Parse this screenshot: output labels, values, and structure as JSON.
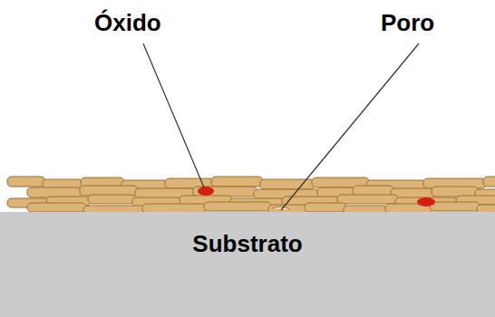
{
  "diagram": {
    "nodes": [
      {
        "text": [
          "Substrato"
        ]
      }
    ],
    "labels": [
      "Óxido",
      "Poro"
    ]
  }
}
